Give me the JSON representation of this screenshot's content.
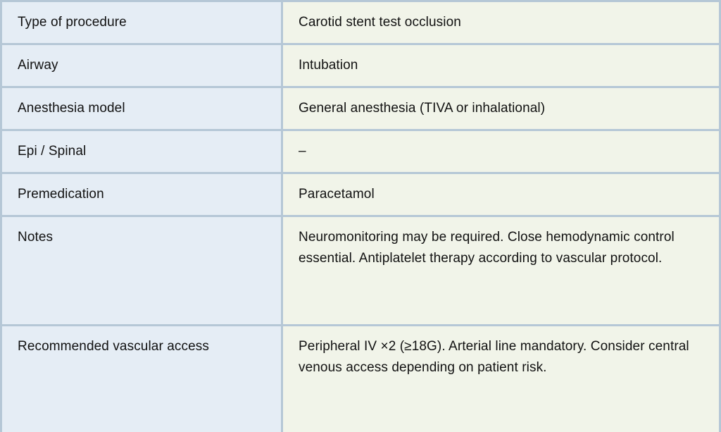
{
  "table": {
    "rows": [
      {
        "label": "Type of procedure",
        "value": "Carotid stent test occlusion"
      },
      {
        "label": "Airway",
        "value": "Intubation"
      },
      {
        "label": "Anesthesia model",
        "value": "General anesthesia (TIVA or inhalational)"
      },
      {
        "label": "Epi / Spinal",
        "value": "–"
      },
      {
        "label": "Premedication",
        "value": "Paracetamol"
      },
      {
        "label": "Notes",
        "value": "Neuromonitoring may be required. Close hemodynamic control essential. Antiplatelet therapy according to vascular protocol."
      },
      {
        "label": "Recommended vascular access",
        "value": "Peripheral IV ×2 (≥18G). Arterial line mandatory. Consider central venous access depending on patient risk."
      }
    ],
    "colors": {
      "label_cell_background": "#e5edf5",
      "value_cell_background": "#f1f4e9",
      "border": "#b5c7d6",
      "text": "#111111"
    }
  }
}
